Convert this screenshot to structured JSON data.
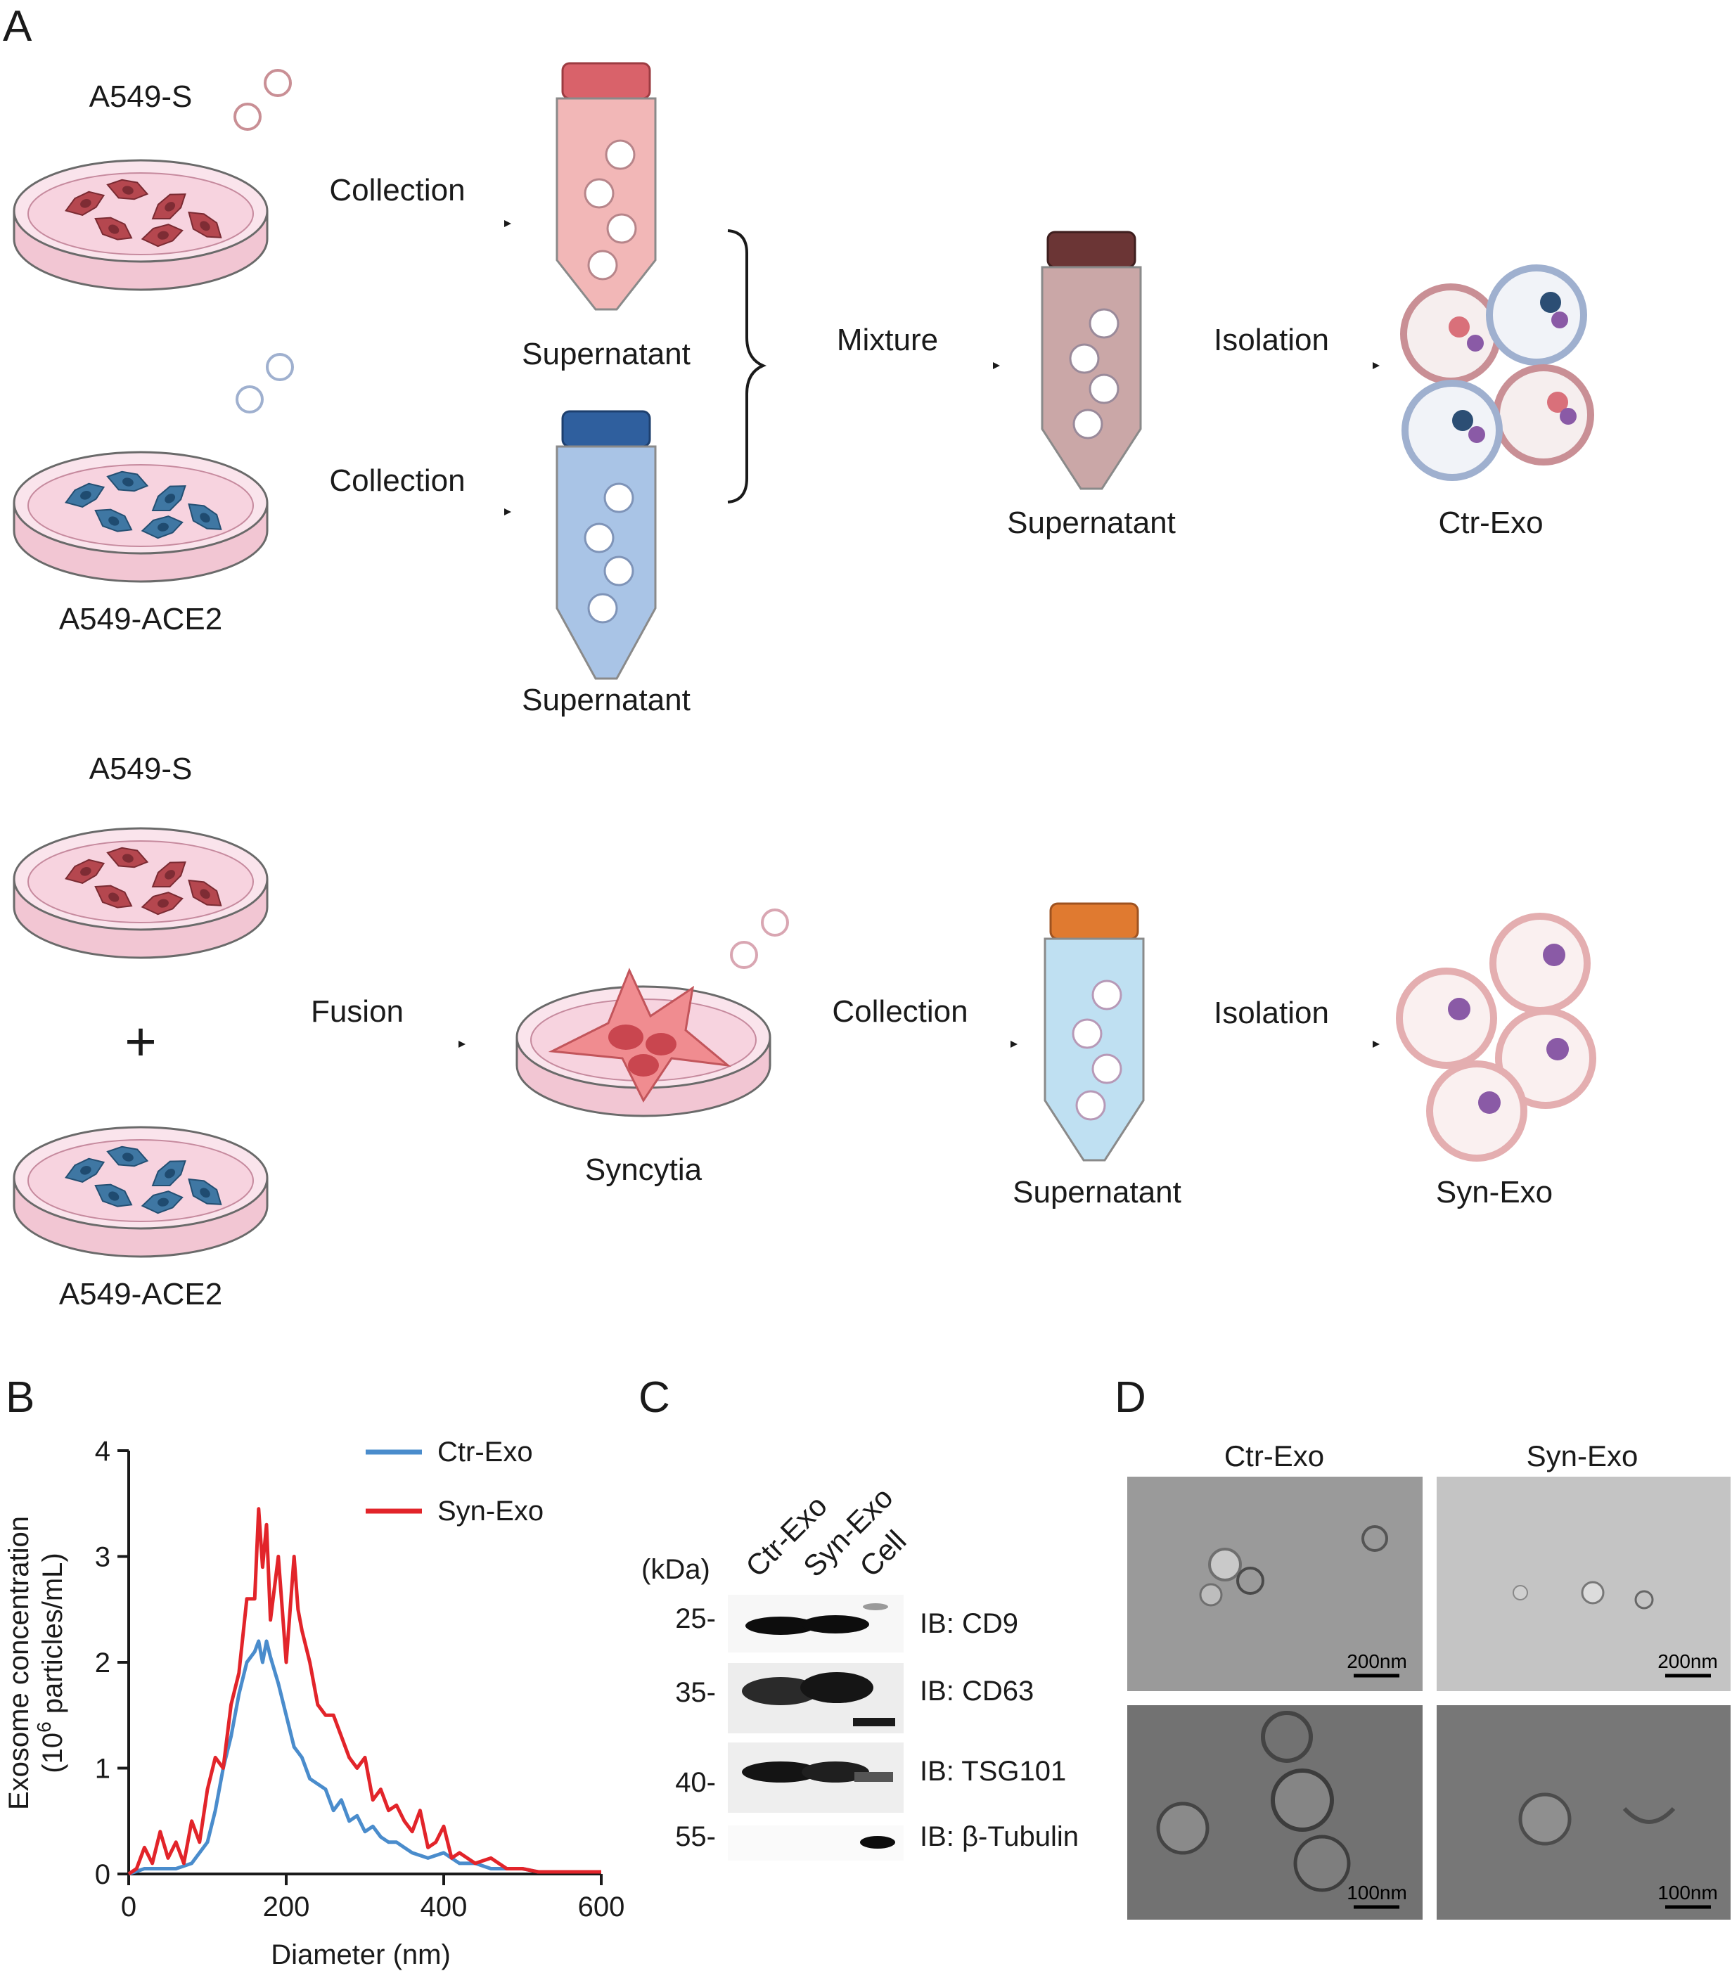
{
  "panels": {
    "a": "A",
    "b": "B",
    "c": "C",
    "d": "D"
  },
  "schematic": {
    "row1": {
      "dish_top": "A549-S",
      "dish_bottom": "A549-ACE2",
      "collection_1": "Collection",
      "collection_2": "Collection",
      "supernatant_1": "Supernatant",
      "supernatant_2": "Supernatant",
      "mixture": "Mixture",
      "supernatant_mix": "Supernatant",
      "isolation": "Isolation",
      "product": "Ctr-Exo"
    },
    "row2": {
      "dish_top": "A549-S",
      "plus": "+",
      "dish_bottom": "A549-ACE2",
      "fusion": "Fusion",
      "syncytia": "Syncytia",
      "collection": "Collection",
      "supernatant": "Supernatant",
      "isolation": "Isolation",
      "product": "Syn-Exo"
    },
    "colors": {
      "red_cell": "#b5474f",
      "blue_cell": "#3f77a3",
      "dish_fill": "#f7d3df",
      "red_cap": "#d9626a",
      "blue_cap": "#2f5f9e",
      "brown_cap": "#6b3535",
      "orange_cap": "#e07a30"
    }
  },
  "chart_data": {
    "type": "line",
    "xlabel": "Diameter (nm)",
    "ylabel": "Exosome concentration",
    "ylabel_line2_prefix": "(10",
    "ylabel_line2_sup": "6",
    "ylabel_line2_suffix": " particles/mL)",
    "xlim": [
      0,
      600
    ],
    "ylim": [
      0,
      4
    ],
    "xticks": [
      "0",
      "200",
      "400",
      "600"
    ],
    "yticks": [
      "0",
      "1",
      "2",
      "3",
      "4"
    ],
    "legend": "top-right",
    "series": [
      {
        "name": "Ctr-Exo",
        "color": "#4a8ccc",
        "x": [
          0,
          20,
          40,
          60,
          80,
          100,
          110,
          120,
          130,
          140,
          150,
          160,
          165,
          170,
          175,
          180,
          190,
          200,
          210,
          220,
          230,
          240,
          250,
          260,
          270,
          280,
          290,
          300,
          310,
          320,
          330,
          340,
          350,
          360,
          380,
          400,
          420,
          440,
          460,
          480,
          500,
          520,
          540,
          560,
          580,
          600
        ],
        "y": [
          0,
          0.05,
          0.05,
          0.05,
          0.1,
          0.3,
          0.6,
          1.0,
          1.3,
          1.7,
          2.0,
          2.1,
          2.2,
          2.0,
          2.2,
          2.05,
          1.8,
          1.5,
          1.2,
          1.1,
          0.9,
          0.85,
          0.8,
          0.6,
          0.7,
          0.5,
          0.55,
          0.4,
          0.45,
          0.35,
          0.3,
          0.3,
          0.25,
          0.2,
          0.15,
          0.2,
          0.1,
          0.1,
          0.05,
          0.05,
          0.05,
          0.02,
          0.02,
          0.02,
          0.02,
          0.02
        ]
      },
      {
        "name": "Syn-Exo",
        "color": "#e2242a",
        "x": [
          0,
          10,
          20,
          30,
          40,
          50,
          60,
          70,
          80,
          90,
          100,
          110,
          120,
          130,
          140,
          150,
          160,
          165,
          170,
          175,
          180,
          190,
          200,
          210,
          215,
          220,
          230,
          240,
          250,
          260,
          270,
          280,
          290,
          300,
          310,
          320,
          330,
          340,
          350,
          360,
          370,
          380,
          390,
          400,
          410,
          420,
          440,
          460,
          480,
          500,
          520,
          540,
          560,
          580,
          600
        ],
        "y": [
          0,
          0.05,
          0.25,
          0.1,
          0.4,
          0.15,
          0.3,
          0.1,
          0.5,
          0.3,
          0.8,
          1.1,
          1.0,
          1.6,
          1.9,
          2.6,
          2.6,
          3.45,
          2.9,
          3.3,
          2.4,
          3.0,
          2.0,
          3.0,
          2.5,
          2.3,
          2.0,
          1.6,
          1.5,
          1.5,
          1.3,
          1.1,
          1.0,
          1.1,
          0.7,
          0.8,
          0.6,
          0.65,
          0.5,
          0.4,
          0.6,
          0.25,
          0.3,
          0.45,
          0.15,
          0.2,
          0.1,
          0.15,
          0.05,
          0.05,
          0.02,
          0.02,
          0.02,
          0.02,
          0.02
        ]
      }
    ]
  },
  "western": {
    "unit": "(kDa)",
    "lanes": [
      "Ctr-Exo",
      "Syn-Exo",
      "Cell"
    ],
    "markers": [
      "25-",
      "35-",
      "40-",
      "55-"
    ],
    "blots": [
      "IB: CD9",
      "IB: CD63",
      "IB: TSG101",
      "IB: β-Tubulin"
    ]
  },
  "tem": {
    "columns": [
      "Ctr-Exo",
      "Syn-Exo"
    ],
    "scale_top": "200nm",
    "scale_bottom": "100nm"
  }
}
